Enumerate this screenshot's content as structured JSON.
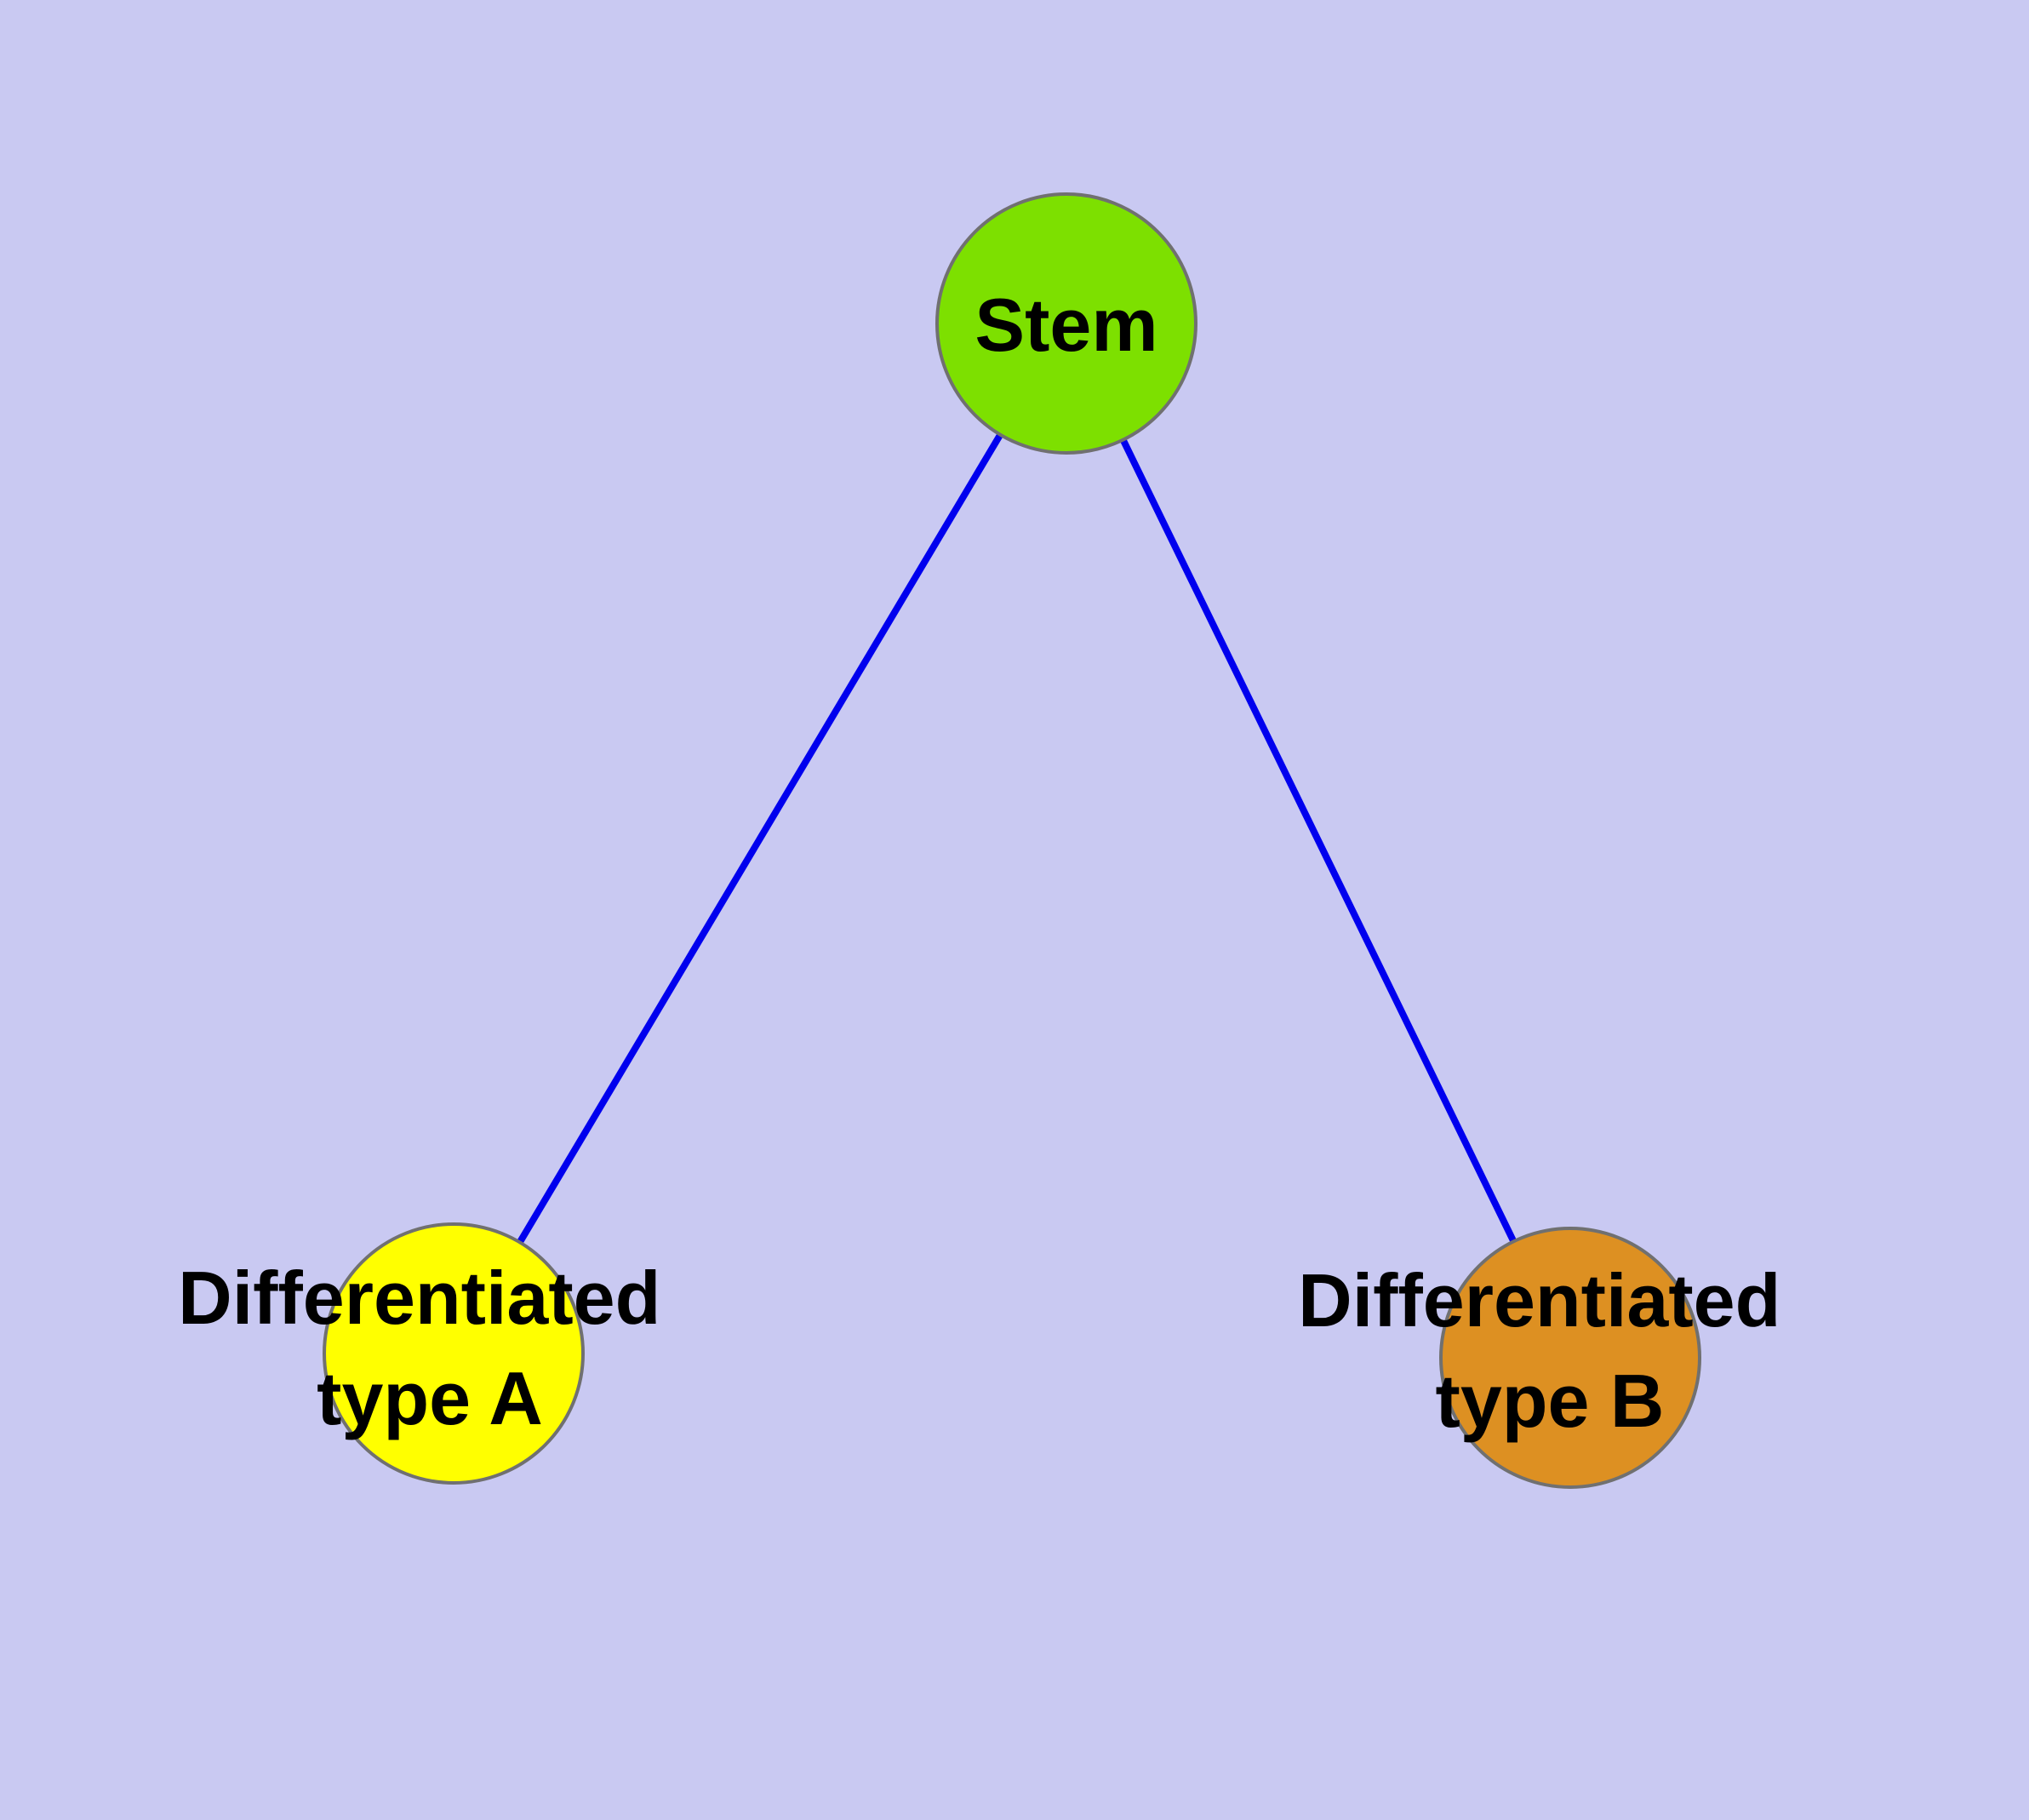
{
  "canvas": {
    "background": "#c9c9f2"
  },
  "diagram": {
    "type": "graph",
    "description": "Cell differentiation tree: a stem node branching into two differentiated cell types",
    "edge_color": "#0000ee",
    "node_border_color": "#707070",
    "nodes": {
      "stem": {
        "label": "Stem",
        "fill": "#7de000"
      },
      "typeA": {
        "label_lines": [
          "Differentiated",
          "type A"
        ],
        "fill": "#ffff00"
      },
      "typeB": {
        "label_lines": [
          "Differentiated",
          "type B"
        ],
        "fill": "#dd9022"
      }
    },
    "edges": [
      {
        "from": "Stem",
        "to": "Differentiated type A"
      },
      {
        "from": "Stem",
        "to": "Differentiated type B"
      }
    ]
  }
}
